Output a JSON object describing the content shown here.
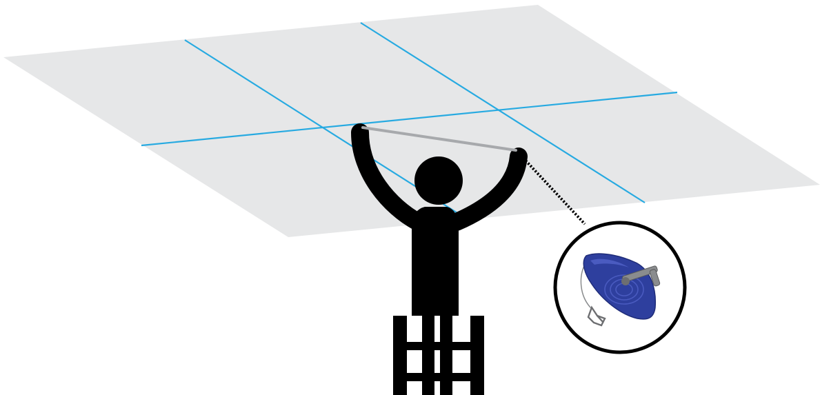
{
  "colors": {
    "background": "#ffffff",
    "ceiling": "#e6e7e8",
    "chalk_line": "#27aae1",
    "figure": "#000000",
    "taut_string": "#a7a9ac",
    "chalk_reel_body": "#2e3f9e",
    "chalk_reel_highlight": "#4a5bc0",
    "reel_hook": "#8a8c8e",
    "zoom_circle_stroke": "#000000"
  },
  "icons": {
    "ceiling": "ceiling-plane",
    "person": "person-figure",
    "stand": "scaffold-stand",
    "detail": "chalk-line-reel-icon"
  }
}
